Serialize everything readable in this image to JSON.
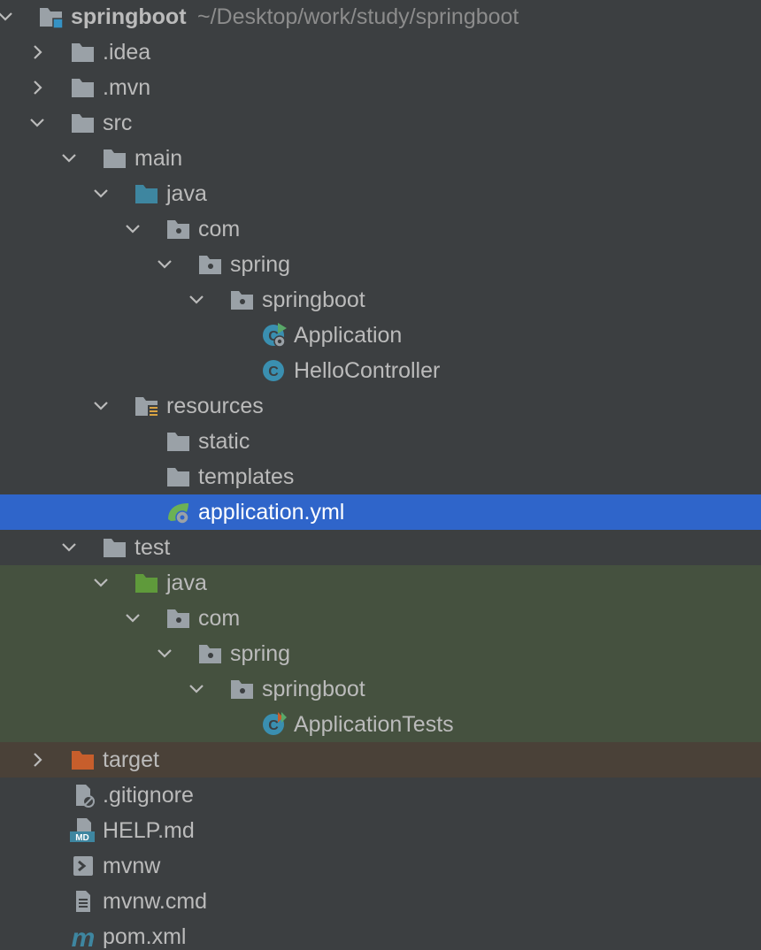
{
  "colors": {
    "background": "#3c3f41",
    "selection": "#2f65ca",
    "test_root_bg": "#45513f",
    "excluded_bg": "#4a4138",
    "folder": "#9aa1a7",
    "source_folder": "#3e86a0",
    "test_folder": "#5f9a3b",
    "excluded_folder": "#c75e2c",
    "class_icon": "#3a8fb0",
    "text": "#bbbbbb",
    "path_text": "#8c8c8c"
  },
  "tree": [
    {
      "label": "springboot",
      "path": "~/Desktop/work/study/springboot",
      "depth": 0,
      "chevron": "down",
      "icon": "module-folder-icon",
      "bold": true
    },
    {
      "label": ".idea",
      "depth": 1,
      "chevron": "right",
      "icon": "folder-icon"
    },
    {
      "label": ".mvn",
      "depth": 1,
      "chevron": "right",
      "icon": "folder-icon"
    },
    {
      "label": "src",
      "depth": 1,
      "chevron": "down",
      "icon": "folder-icon"
    },
    {
      "label": "main",
      "depth": 2,
      "chevron": "down",
      "icon": "folder-icon"
    },
    {
      "label": "java",
      "depth": 3,
      "chevron": "down",
      "icon": "source-folder-icon"
    },
    {
      "label": "com",
      "depth": 4,
      "chevron": "down",
      "icon": "package-icon"
    },
    {
      "label": "spring",
      "depth": 5,
      "chevron": "down",
      "icon": "package-icon"
    },
    {
      "label": "springboot",
      "depth": 6,
      "chevron": "down",
      "icon": "package-icon"
    },
    {
      "label": "Application",
      "depth": 7,
      "chevron": "none",
      "icon": "spring-boot-class-icon"
    },
    {
      "label": "HelloController",
      "depth": 7,
      "chevron": "none",
      "icon": "class-icon"
    },
    {
      "label": "resources",
      "depth": 3,
      "chevron": "down",
      "icon": "resources-folder-icon"
    },
    {
      "label": "static",
      "depth": 4,
      "chevron": "none",
      "icon": "folder-icon"
    },
    {
      "label": "templates",
      "depth": 4,
      "chevron": "none",
      "icon": "folder-icon"
    },
    {
      "label": "application.yml",
      "depth": 4,
      "chevron": "none",
      "icon": "spring-yml-icon",
      "state": "selected"
    },
    {
      "label": "test",
      "depth": 2,
      "chevron": "down",
      "icon": "folder-icon"
    },
    {
      "label": "java",
      "depth": 3,
      "chevron": "down",
      "icon": "test-folder-icon",
      "state": "test"
    },
    {
      "label": "com",
      "depth": 4,
      "chevron": "down",
      "icon": "package-icon",
      "state": "test"
    },
    {
      "label": "spring",
      "depth": 5,
      "chevron": "down",
      "icon": "package-icon",
      "state": "test"
    },
    {
      "label": "springboot",
      "depth": 6,
      "chevron": "down",
      "icon": "package-icon",
      "state": "test"
    },
    {
      "label": "ApplicationTests",
      "depth": 7,
      "chevron": "none",
      "icon": "test-class-icon",
      "state": "test"
    },
    {
      "label": "target",
      "depth": 1,
      "chevron": "right",
      "icon": "excluded-folder-icon",
      "state": "excluded"
    },
    {
      "label": ".gitignore",
      "depth": 1,
      "chevron": "none",
      "icon": "gitignore-file-icon"
    },
    {
      "label": "HELP.md",
      "depth": 1,
      "chevron": "none",
      "icon": "markdown-file-icon"
    },
    {
      "label": "mvnw",
      "depth": 1,
      "chevron": "none",
      "icon": "shell-script-icon"
    },
    {
      "label": "mvnw.cmd",
      "depth": 1,
      "chevron": "none",
      "icon": "text-file-icon"
    },
    {
      "label": "pom.xml",
      "depth": 1,
      "chevron": "none",
      "icon": "maven-pom-icon"
    }
  ]
}
